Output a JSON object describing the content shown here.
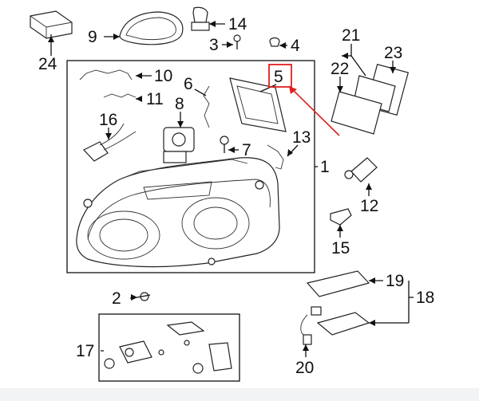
{
  "callouts": {
    "c1": "1",
    "c2": "2",
    "c3": "3",
    "c4": "4",
    "c5": "5",
    "c6": "6",
    "c7": "7",
    "c8": "8",
    "c9": "9",
    "c10": "10",
    "c11": "11",
    "c12": "12",
    "c13": "13",
    "c14": "14",
    "c15": "15",
    "c16": "16",
    "c17": "17",
    "c18": "18",
    "c19": "19",
    "c20": "20",
    "c21": "21",
    "c22": "22",
    "c23": "23",
    "c24": "24"
  },
  "highlight": {
    "part": "5",
    "color": "#e02020"
  },
  "colors": {
    "ink": "#111111",
    "background": "#ffffff",
    "footer": "#f1f3f4"
  }
}
